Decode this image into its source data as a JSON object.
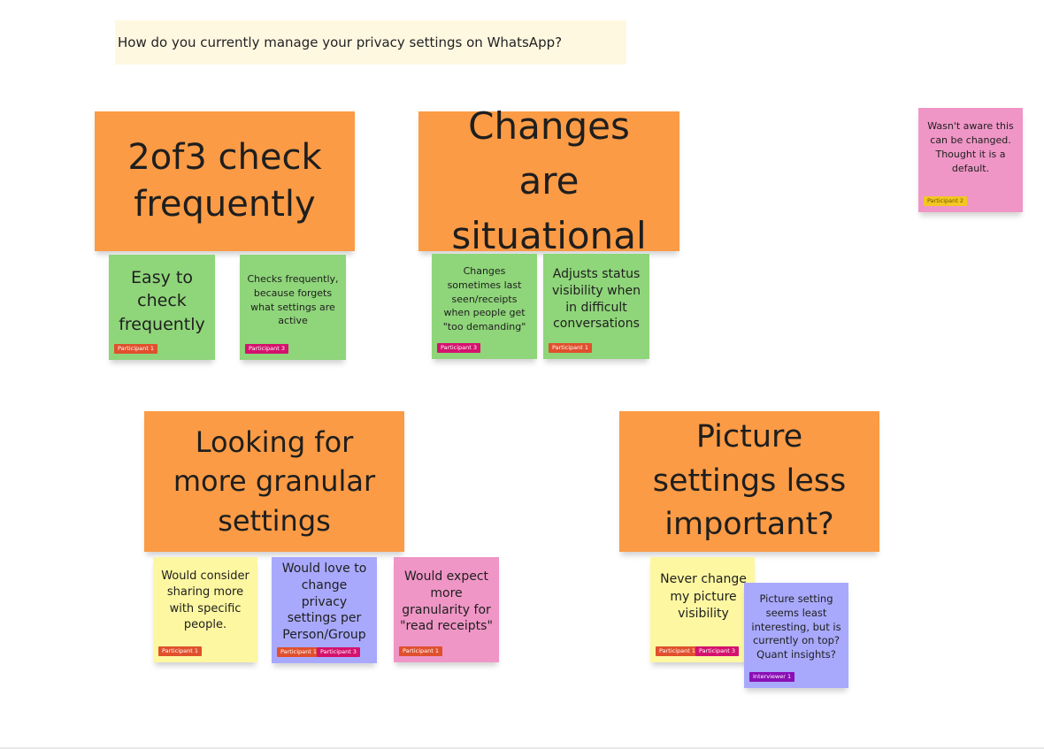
{
  "question": "How do you currently manage your privacy settings on WhatsApp?",
  "headers": {
    "h1": "2of3 check frequently",
    "h2": "Changes are situational",
    "h3": "Looking for more granular settings",
    "h4": "Picture settings less important?"
  },
  "notes": {
    "n1": "Easy to check frequently",
    "n2": "Checks frequently, because forgets what settings are active",
    "n3": "Changes sometimes last seen/receipts when people get \"too demanding\"",
    "n4": "Adjusts status visibility when in difficult conversations",
    "n5": "Wasn't aware this can be changed. Thought it is a default.",
    "n6": "Would consider sharing more with specific people.",
    "n7": "Would love to change privacy settings per Person/Group",
    "n8": "Would expect more granularity for \"read receipts\"",
    "n9": "Never change my picture visibility",
    "n10": "Picture setting seems least interesting, but is currently on top? Quant insights?"
  },
  "tags": {
    "p1": "Participant 1",
    "p2": "Participant 2",
    "p3": "Participant 3",
    "i1": "Interviewer 1"
  },
  "colors": {
    "header": "#fb9b45",
    "green": "#8fd57a",
    "yellow": "#fdf7a1",
    "blue": "#a8a9fc",
    "pink": "#ef96c6",
    "question_bg": "#fff8e1"
  }
}
